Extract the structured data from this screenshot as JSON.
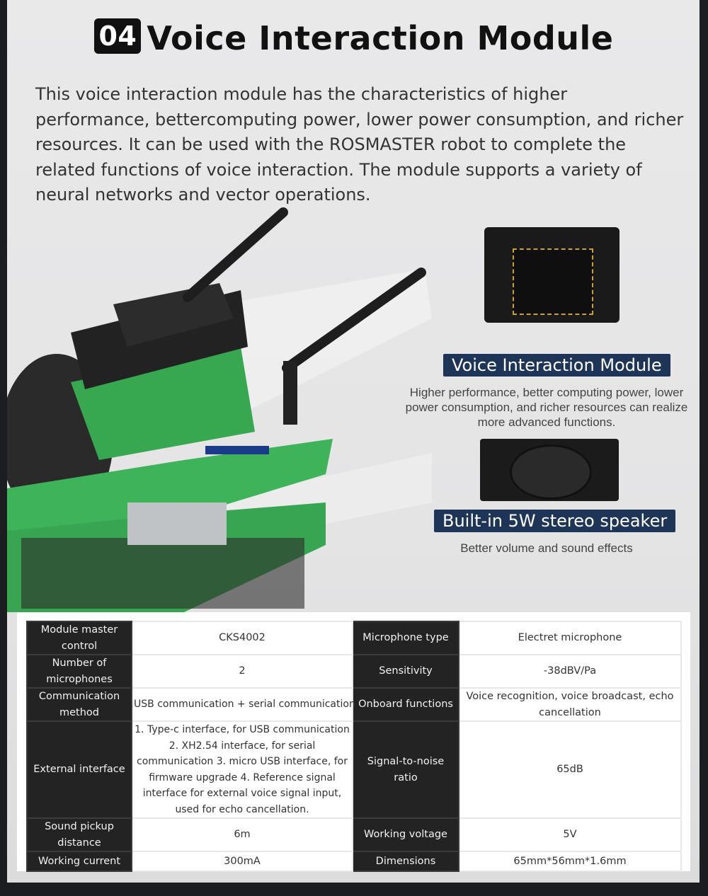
{
  "header": {
    "number": "04",
    "title": "Voice Interaction Module"
  },
  "intro": "This voice interaction module has the characteristics of higher performance, bettercomputing power, lower power consumption, and richer resources. It can be used with the ROSMASTER robot to complete the related functions of voice interaction. The module supports a variety of neural networks and vector operations.",
  "features": [
    {
      "badge": "Voice Interaction Module",
      "description": "Higher performance, better computing power, lower power consumption, and richer resources can realize more advanced functions."
    },
    {
      "badge": "Built-in 5W stereo speaker",
      "description": "Better volume and sound effects"
    }
  ],
  "specs": [
    {
      "k1": "Module master control",
      "v1": "CKS4002",
      "k2": "Microphone type",
      "v2": "Electret microphone"
    },
    {
      "k1": "Number of microphones",
      "v1": "2",
      "k2": "Sensitivity",
      "v2": "-38dBV/Pa"
    },
    {
      "k1": "Communication method",
      "v1": "USB communication + serial communication",
      "k2": "Onboard functions",
      "v2": "Voice recognition, voice broadcast, echo cancellation"
    },
    {
      "k1": "External interface",
      "v1": "1. Type-c interface, for USB communication 2. XH2.54 interface, for serial communication 3. micro USB interface, for firmware upgrade 4. Reference signal interface for external voice signal input, used for echo cancellation.",
      "k2": "Signal-to-noise ratio",
      "v2": "65dB"
    },
    {
      "k1": "Sound pickup distance",
      "v1": "6m",
      "k2": "Working voltage",
      "v2": "5V"
    },
    {
      "k1": "Working current",
      "v1": "300mA",
      "k2": "Dimensions",
      "v2": "65mm*56mm*1.6mm"
    }
  ],
  "colors": {
    "badge": "#1e3558",
    "pcb_green": "#3fb35a",
    "header_cell": "#232323"
  }
}
